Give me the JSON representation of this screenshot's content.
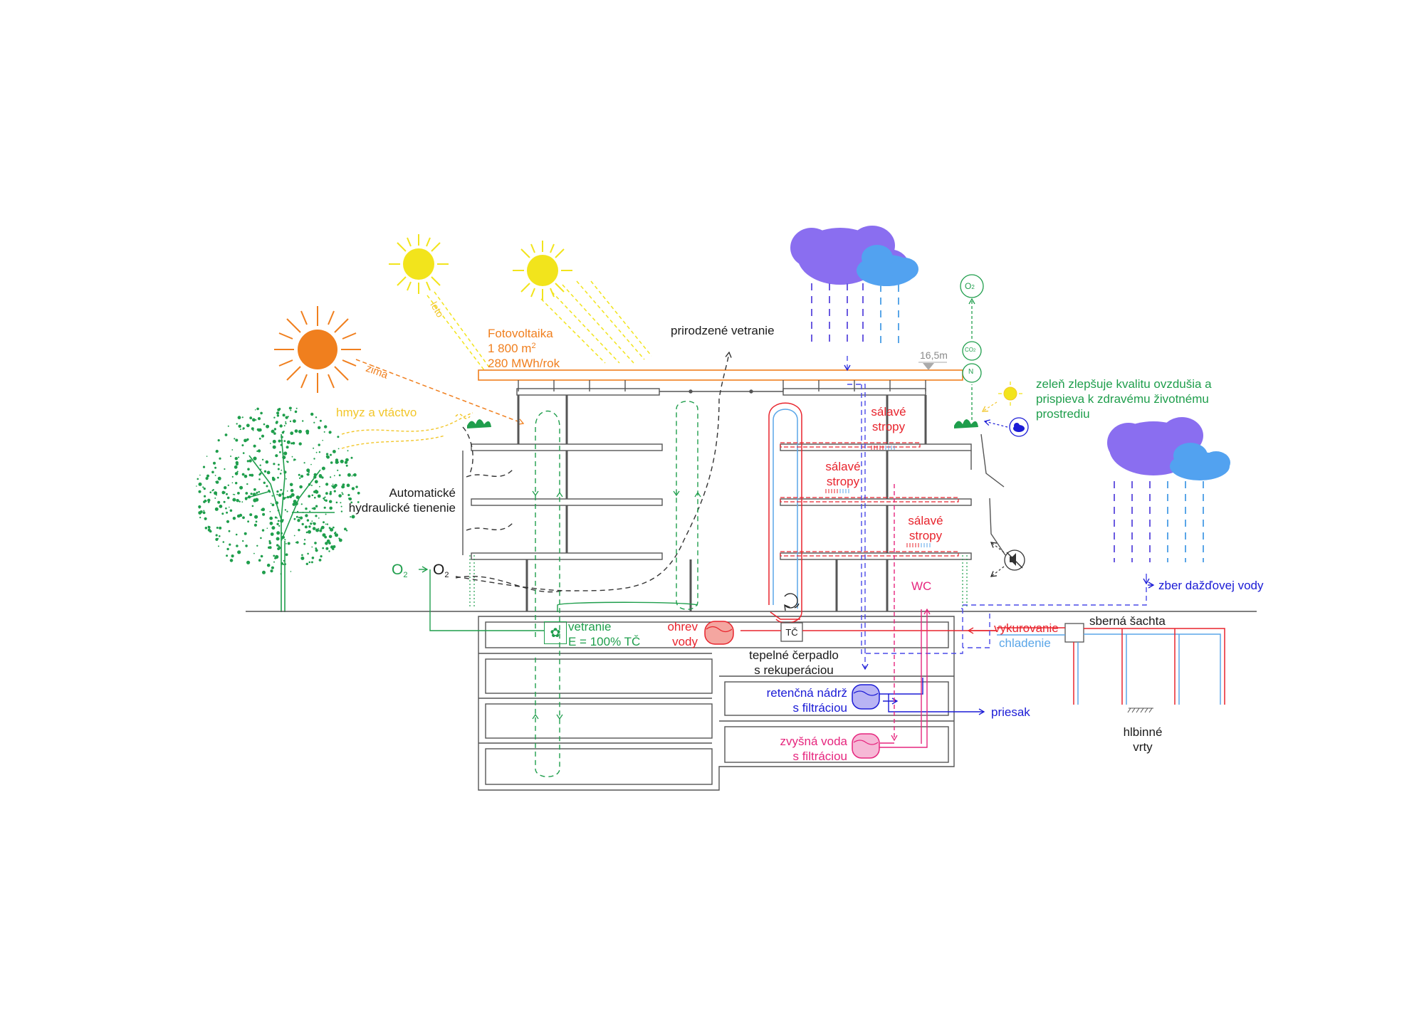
{
  "diagram": {
    "colors": {
      "photovoltaic": "#f07f1e",
      "summer_sun": "#f2c62a",
      "greenery_ventilation": "#1f9e4c",
      "heating": "#e8242d",
      "cooling": "#5aa6e8",
      "rainwater": "#1b1bd6",
      "grey_water": "#e6267e",
      "structure": "#555555"
    },
    "labels": {
      "photovoltaic_title": "Fotovoltaika",
      "photovoltaic_area_value": "1 800 m",
      "photovoltaic_area_exp": "2",
      "photovoltaic_yield": "280 MWh/rok",
      "summer": "leto",
      "winter": "zima",
      "insects_birds": "hmyz a vtáctvo",
      "natural_ventilation": "prirodzené vetranie",
      "height_marker": "16,5m",
      "shading_line1": "Automatické",
      "shading_line2": "hydraulické tienenie",
      "oxygen_o": "O",
      "oxygen_sub": "2",
      "radiant_ceiling_1": "sálavé",
      "radiant_ceiling_2": "stropy",
      "greenery_note_line1": "zeleň zlepšuje kvalitu ovzdušia a",
      "greenery_note_line2": "prispieva k zdravému životnému",
      "greenery_note_line3": "prostrediu",
      "o2_badge_o": "O",
      "o2_badge_sub": "2",
      "co2_badge_co": "CO",
      "co2_badge_sub": "2",
      "n_badge": "N",
      "rainwater_collection": "zber dažďovej vody",
      "wc": "WC",
      "ventilation_line1": "vetranie",
      "ventilation_line2": "E = 100% TČ",
      "water_heating_line1": "ohrev",
      "water_heating_line2": "vody",
      "heat_pump_symbol": "TČ",
      "heat_pump_line1": "tepelné čerpadlo",
      "heat_pump_line2": "s rekuperáciou",
      "heating": "vykurovanie",
      "cooling": "chladenie",
      "collection_shaft": "sberná šachta",
      "retention_tank_line1": "retenčná nádrž",
      "retention_tank_line2": "s filtráciou",
      "seepage": "priesak",
      "surplus_water_line1": "zvyšná voda",
      "surplus_water_line2": "s filtráciou",
      "deep_boreholes_line1": "hlbinné",
      "deep_boreholes_line2": "vrty"
    }
  }
}
